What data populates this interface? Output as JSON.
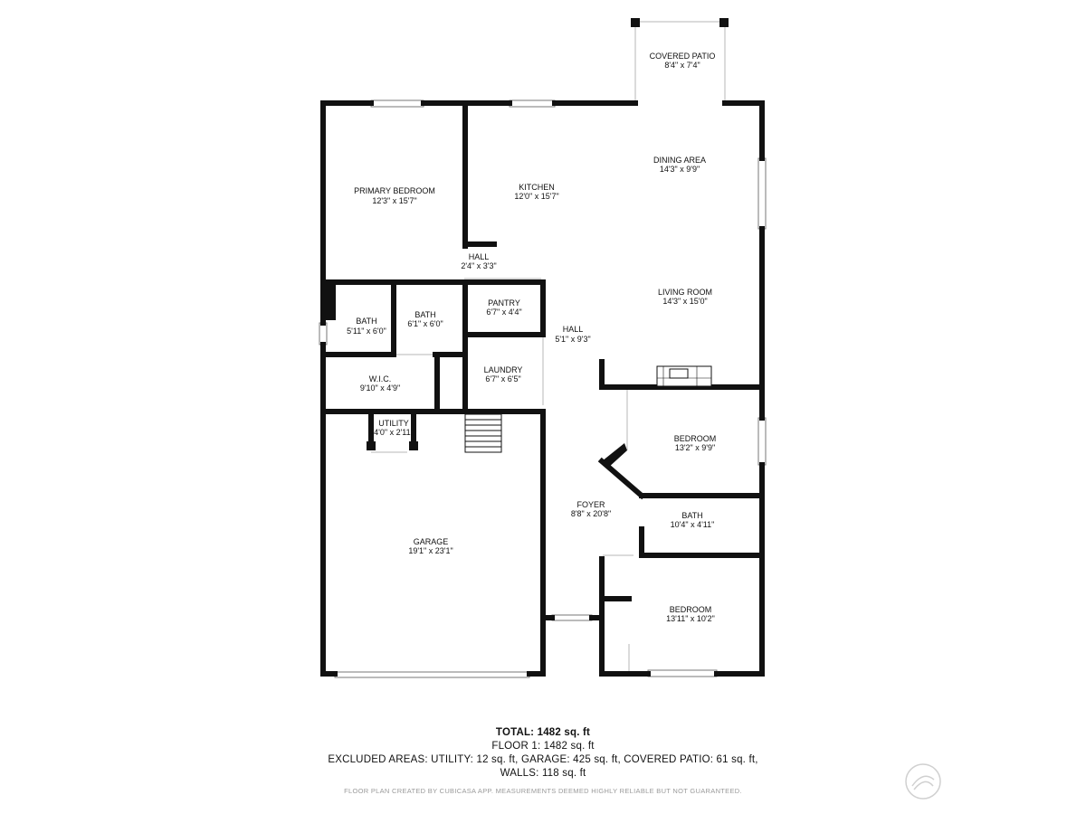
{
  "rooms": {
    "covered_patio": {
      "name": "COVERED PATIO",
      "dims": "8'4\" x 7'4\""
    },
    "dining_area": {
      "name": "DINING AREA",
      "dims": "14'3\" x 9'9\""
    },
    "kitchen": {
      "name": "KITCHEN",
      "dims": "12'0\" x 15'7\""
    },
    "primary_bedroom": {
      "name": "PRIMARY BEDROOM",
      "dims": "12'3\" x 15'7\""
    },
    "hall_small": {
      "name": "HALL",
      "dims": "2'4\" x 3'3\""
    },
    "pantry": {
      "name": "PANTRY",
      "dims": "6'7\" x 4'4\""
    },
    "living_room": {
      "name": "LIVING ROOM",
      "dims": "14'3\" x 15'0\""
    },
    "bath_1": {
      "name": "BATH",
      "dims": "5'11\" x 6'0\""
    },
    "bath_2": {
      "name": "BATH",
      "dims": "6'1\" x 6'0\""
    },
    "hall": {
      "name": "HALL",
      "dims": "5'1\" x 9'3\""
    },
    "laundry": {
      "name": "LAUNDRY",
      "dims": "6'7\" x 6'5\""
    },
    "wic": {
      "name": "W.I.C.",
      "dims": "9'10\" x 4'9\""
    },
    "utility": {
      "name": "UTILITY",
      "dims": "4'0\" x 2'11\""
    },
    "bedroom_1": {
      "name": "BEDROOM",
      "dims": "13'2\" x 9'9\""
    },
    "foyer": {
      "name": "FOYER",
      "dims": "8'8\" x 20'8\""
    },
    "bath_3": {
      "name": "BATH",
      "dims": "10'4\" x 4'11\""
    },
    "garage": {
      "name": "GARAGE",
      "dims": "19'1\" x 23'1\""
    },
    "bedroom_2": {
      "name": "BEDROOM",
      "dims": "13'11\" x 10'2\""
    }
  },
  "summary": {
    "total": "TOTAL: 1482 sq. ft",
    "floor": "FLOOR 1: 1482 sq. ft",
    "excluded": "EXCLUDED AREAS: UTILITY: 12 sq. ft, GARAGE: 425 sq. ft, COVERED PATIO: 61 sq. ft,",
    "walls": "WALLS: 118 sq. ft"
  },
  "disclaimer": "FLOOR PLAN CREATED BY CUBICASA APP. MEASUREMENTS DEEMED HIGHLY RELIABLE BUT NOT GUARANTEED.",
  "colors": {
    "wall": "#111111",
    "thin_wall": "#cfcfcf",
    "watermark": "#d0d0d0"
  }
}
